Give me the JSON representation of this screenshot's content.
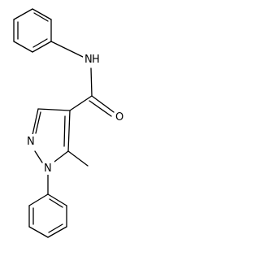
{
  "molecule": {
    "atoms": {
      "amide_n": {
        "symbol": "N",
        "hydrogen": "H"
      },
      "carbonyl_o": {
        "symbol": "O"
      },
      "pyrazole_n2": {
        "symbol": "N"
      },
      "pyrazole_n1": {
        "symbol": "N"
      }
    }
  }
}
